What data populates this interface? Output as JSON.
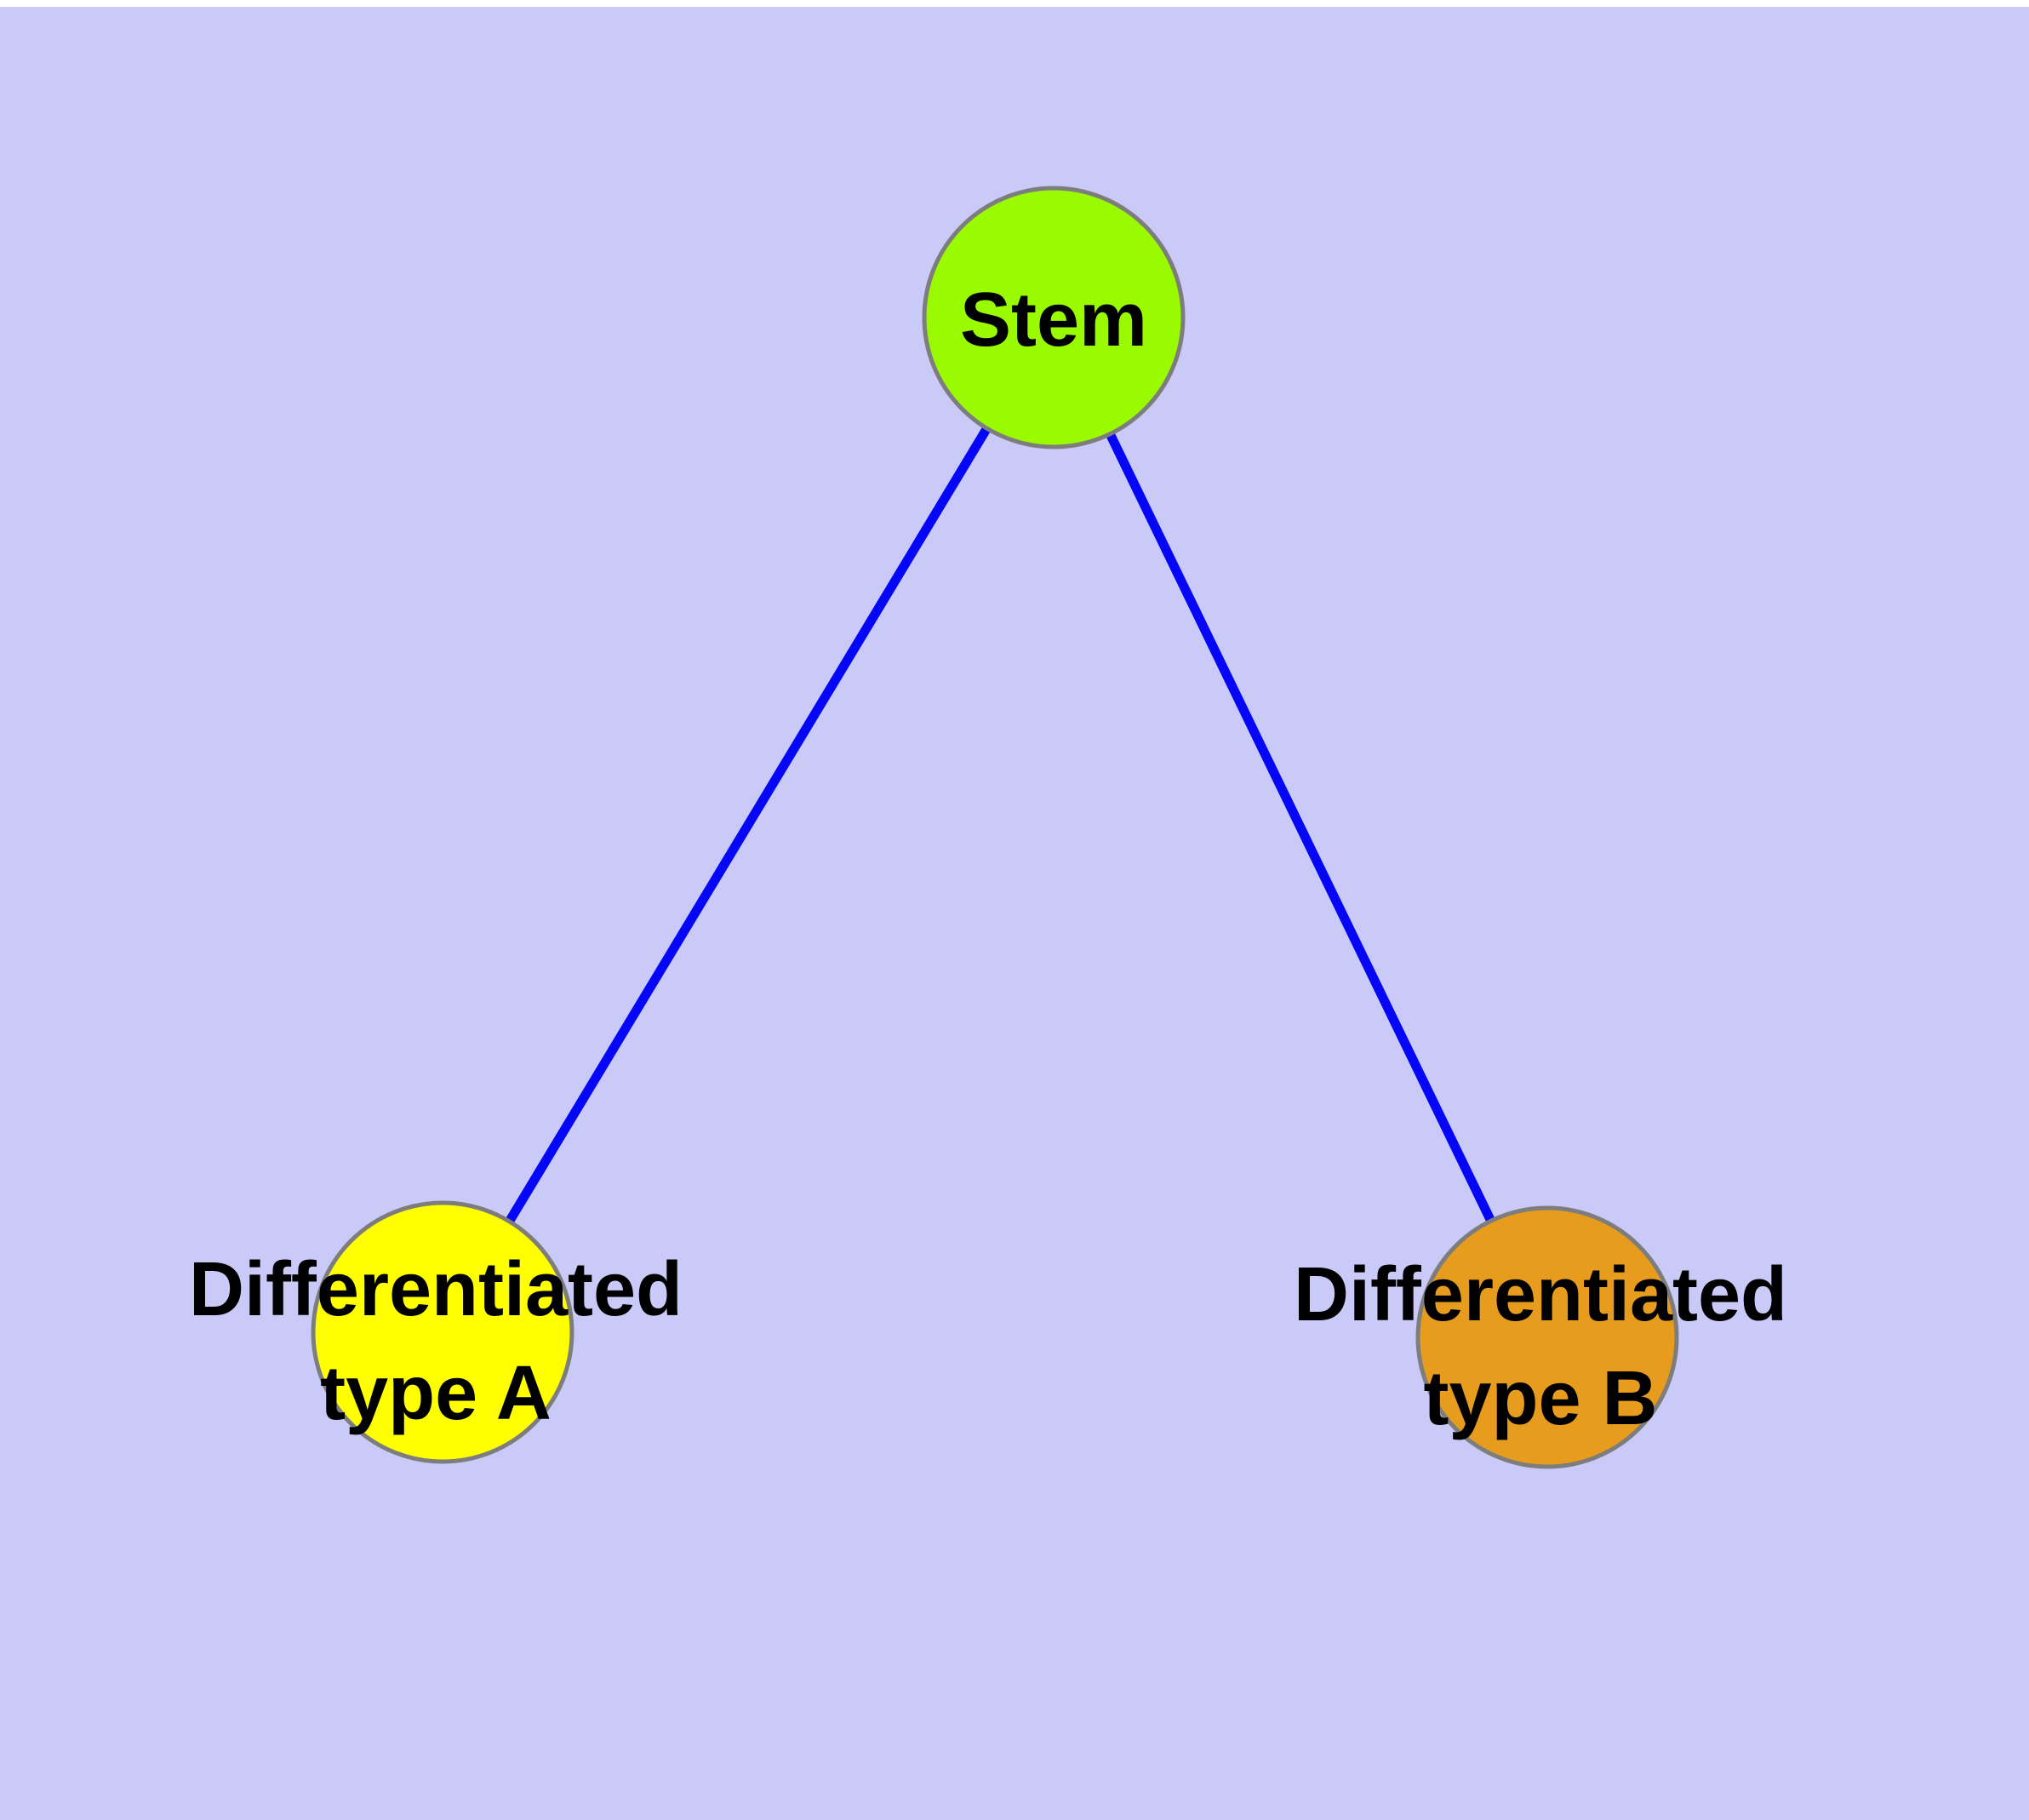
{
  "diagram": {
    "background_color": "#CACAF8",
    "top_margin_color": "#FFFFFF",
    "edge_color": "#0505F8",
    "node_border_color": "#7D7D7D",
    "text_color": "#000000",
    "nodes": {
      "stem": {
        "label": "Stem",
        "color": "#9AFB00"
      },
      "type_a": {
        "label": "Differentiated type A",
        "label_line1": "Differentiated",
        "label_line2": "type A",
        "color": "#FFFF00"
      },
      "type_b": {
        "label": "Differentiated type B",
        "label_line1": "Differentiated",
        "label_line2": "type B",
        "color": "#E79C1E"
      }
    },
    "edges": [
      {
        "from": "Stem",
        "to": "Differentiated type A"
      },
      {
        "from": "Stem",
        "to": "Differentiated type B"
      }
    ]
  }
}
